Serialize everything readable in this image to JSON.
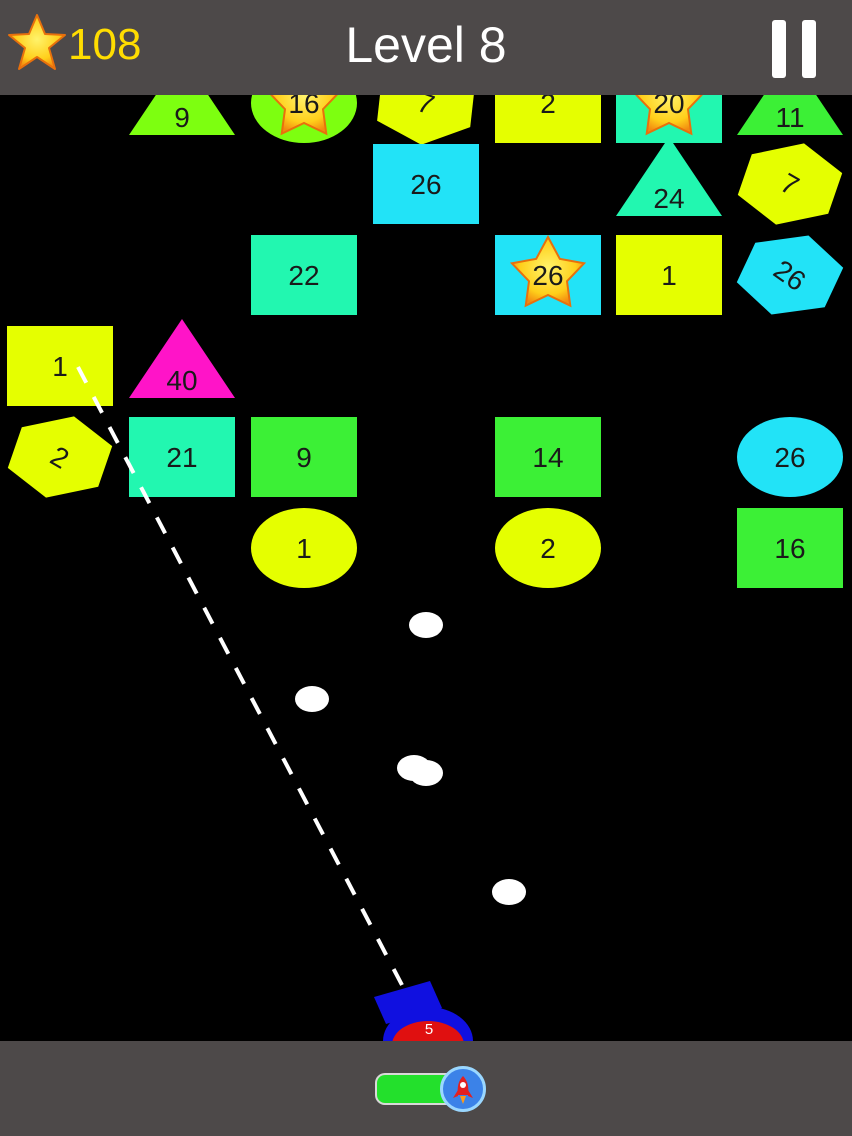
{
  "header": {
    "score": "108",
    "score_icon": "star-icon",
    "level_label": "Level 8",
    "pause_icon": "pause-icon"
  },
  "colors": {
    "bar_background": "#4d4949",
    "yellow": "#e5ff00",
    "green": "#3cf036",
    "mint": "#22f7b0",
    "cyan": "#22e3f7",
    "magenta": "#ff14c8",
    "lime": "#7dff10",
    "score_text": "#ffdd00"
  },
  "blocks": [
    {
      "shape": "triangle",
      "label": "9",
      "color": "lime"
    },
    {
      "shape": "circle",
      "label": "16",
      "color": "lime",
      "star": true
    },
    {
      "shape": "hexagon",
      "label": "7",
      "color": "yellow"
    },
    {
      "shape": "square",
      "label": "2",
      "color": "yellow"
    },
    {
      "shape": "square",
      "label": "20",
      "color": "mint",
      "star": true
    },
    {
      "shape": "triangle",
      "label": "11",
      "color": "green"
    },
    {
      "shape": "square",
      "label": "26",
      "color": "cyan"
    },
    {
      "shape": "triangle",
      "label": "24",
      "color": "mint"
    },
    {
      "shape": "hexagon",
      "label": "7",
      "color": "yellow"
    },
    {
      "shape": "square",
      "label": "22",
      "color": "mint"
    },
    {
      "shape": "square",
      "label": "26",
      "color": "cyan",
      "star": true
    },
    {
      "shape": "square",
      "label": "1",
      "color": "yellow"
    },
    {
      "shape": "hexagon",
      "label": "26",
      "color": "cyan"
    },
    {
      "shape": "square",
      "label": "1",
      "color": "yellow"
    },
    {
      "shape": "triangle",
      "label": "40",
      "color": "magenta"
    },
    {
      "shape": "hexagon",
      "label": "2",
      "color": "yellow"
    },
    {
      "shape": "square",
      "label": "21",
      "color": "mint"
    },
    {
      "shape": "square",
      "label": "9",
      "color": "green"
    },
    {
      "shape": "square",
      "label": "14",
      "color": "green"
    },
    {
      "shape": "circle",
      "label": "26",
      "color": "cyan"
    },
    {
      "shape": "circle",
      "label": "1",
      "color": "yellow"
    },
    {
      "shape": "circle",
      "label": "2",
      "color": "yellow"
    },
    {
      "shape": "square",
      "label": "16",
      "color": "green"
    }
  ],
  "balls_in_flight": 5,
  "launcher": {
    "ball_count": "5",
    "body_color": "#1010e0",
    "core_color": "#e01010"
  },
  "boost": {
    "icon": "rocket-icon"
  }
}
